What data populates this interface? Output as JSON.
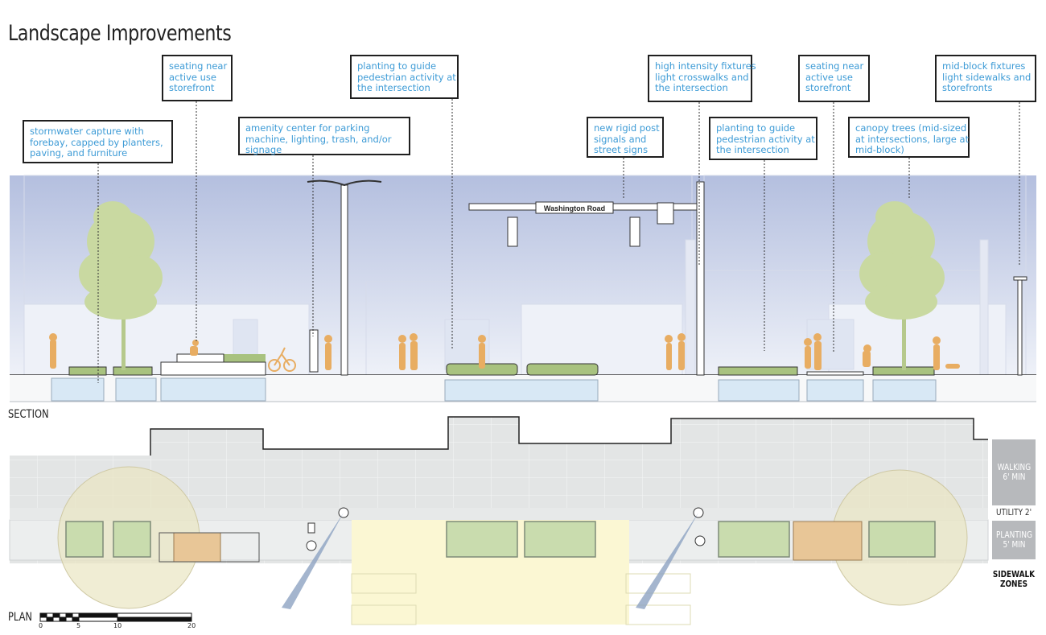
{
  "title": "Landscape Improvements",
  "section_label": "SECTION",
  "plan_label": "PLAN",
  "street_sign": "Washington Road",
  "callouts": [
    {
      "text": "stormwater capture with\nforebay, capped by planters,\npaving, and furniture"
    },
    {
      "text": "seating near\nactive use\nstorefront"
    },
    {
      "text": "amenity center for parking\nmachine, lighting, trash, and/or\nsignage"
    },
    {
      "text": "planting to guide\npedestrian activity at\nthe intersection"
    },
    {
      "text": "new rigid post\nsignals and\nstreet signs"
    },
    {
      "text": "high intensity fixtures\nlight crosswalks and\nthe intersection"
    },
    {
      "text": "planting to guide\npedestrian activity at\nthe intersection"
    },
    {
      "text": "seating near\nactive use\nstorefront"
    },
    {
      "text": "canopy trees (mid-sized\nat intersections, large at\nmid-block)"
    },
    {
      "text": "mid-block fixtures\nlight sidewalks and\nstorefronts"
    }
  ],
  "zones": {
    "walking": "WALKING\n6' MIN",
    "utility": "UTILITY 2'",
    "planting": "PLANTING\n5' MIN",
    "sidewalk": "SIDEWALK\nZONES"
  },
  "scale_bar": {
    "labels": [
      "0",
      "5",
      "10",
      "20"
    ]
  },
  "colors": {
    "callout_text": "#3d9bd6",
    "sky_top": "#b7c2e0",
    "planting_green": "#a7c27d",
    "person_orange": "#e8ad62",
    "stormwater_blue": "#d8e8f5",
    "crosswalk_yellow": "#fbf7d3",
    "zone_gray": "#b7b9bc"
  }
}
